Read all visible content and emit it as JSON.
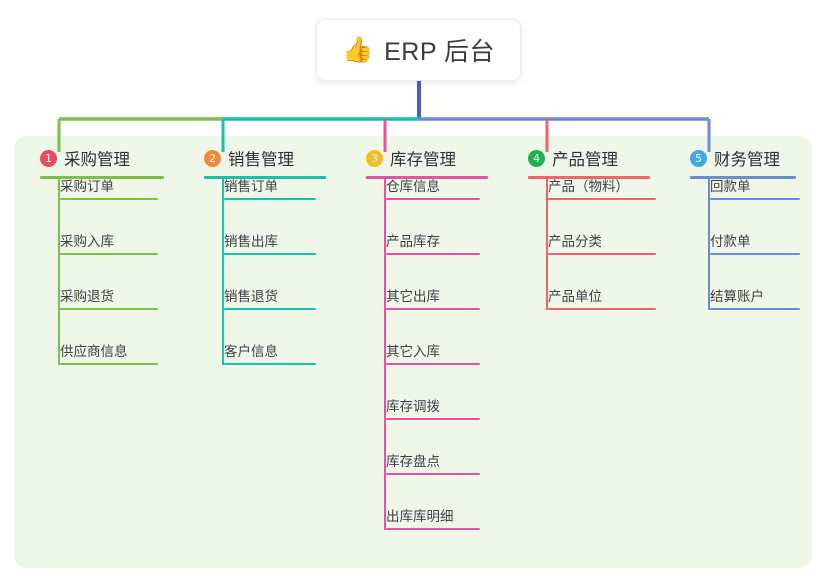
{
  "root": {
    "icon": "thumbs-up",
    "icon_glyph": "👍",
    "title": "ERP 后台"
  },
  "theme": {
    "page_background": "#ffffff",
    "panel_background": "#eef7e8",
    "root_card_background": "#ffffff",
    "root_trunk_color": "#4a5fc1",
    "text_color": "#3f3f46"
  },
  "branches": [
    {
      "number": "1",
      "badge_color": "#ea4b5e",
      "line_color": "#7cbf4c",
      "title": "采购管理",
      "items": [
        {
          "label": "采购订单"
        },
        {
          "label": "采购入库"
        },
        {
          "label": "采购退货"
        },
        {
          "label": "供应商信息"
        }
      ]
    },
    {
      "number": "2",
      "badge_color": "#f08a3c",
      "line_color": "#16c2ac",
      "title": "销售管理",
      "items": [
        {
          "label": "销售订单"
        },
        {
          "label": "销售出库"
        },
        {
          "label": "销售退货"
        },
        {
          "label": "客户信息"
        }
      ]
    },
    {
      "number": "3",
      "badge_color": "#f6bd24",
      "line_color": "#e8519f",
      "title": "库存管理",
      "items": [
        {
          "label": "仓库信息"
        },
        {
          "label": "产品库存"
        },
        {
          "label": "其它出库"
        },
        {
          "label": "其它入库"
        },
        {
          "label": "库存调拨"
        },
        {
          "label": "库存盘点"
        },
        {
          "label": "出库库明细"
        }
      ]
    },
    {
      "number": "4",
      "badge_color": "#21b14d",
      "line_color": "#f4616d",
      "title": "产品管理",
      "items": [
        {
          "label": "产品（物料）"
        },
        {
          "label": "产品分类"
        },
        {
          "label": "产品单位"
        }
      ]
    },
    {
      "number": "5",
      "badge_color": "#3eabe8",
      "line_color": "#6d8ad8",
      "title": "财务管理",
      "items": [
        {
          "label": "回款单"
        },
        {
          "label": "付款单"
        },
        {
          "label": "结算账户"
        }
      ]
    }
  ]
}
